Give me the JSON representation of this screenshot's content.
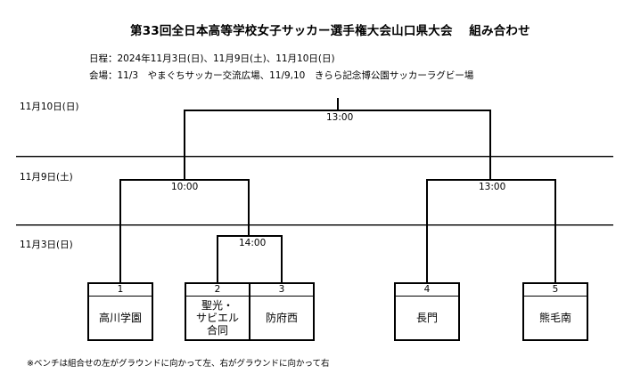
{
  "header": {
    "title": "第33回全日本高等学校女子サッカー選手権大会山口県大会　 組み合わせ",
    "dates": "日程：2024年11月3日(日)、11月9日(土)、11月10日(日)",
    "venue": "会場：11/3　やまぐちサッカー交流広場、11/9,10　きらら記念博公園サッカーラグビー場"
  },
  "rounds": {
    "final": "11月10日(日)",
    "semifinal": "11月9日(土)",
    "first": "11月3日(日)"
  },
  "match_times": {
    "final": "13:00",
    "semifinal_left": "10:00",
    "semifinal_right": "13:00",
    "first_round": "14:00"
  },
  "teams": [
    {
      "seed": "1",
      "name": "高川学園"
    },
    {
      "seed": "2",
      "name": "聖光・\nサビエル\n合同"
    },
    {
      "seed": "3",
      "name": "防府西"
    },
    {
      "seed": "4",
      "name": "長門"
    },
    {
      "seed": "5",
      "name": "熊毛南"
    }
  ],
  "footer": {
    "note": "※ベンチは組合せの左がグラウンドに向かって左、右がグラウンドに向かって右"
  }
}
